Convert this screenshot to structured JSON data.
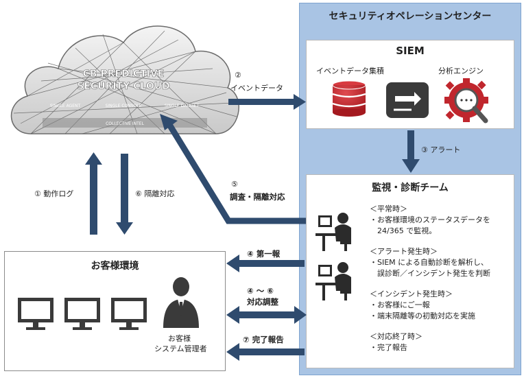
{
  "soc": {
    "title": "セキュリティオペレーションセンター"
  },
  "siem": {
    "title": "SIEM",
    "items": [
      {
        "label": "イベントデータ集積",
        "icon": "database-icon"
      },
      {
        "label": "",
        "icon": "sync-arrows-icon"
      },
      {
        "label": "分析エンジン",
        "icon": "magnifier-gear-icon"
      }
    ]
  },
  "cloud": {
    "title_line1": "CB PREDICTIVE",
    "title_line2": "SECURITY CLOUD",
    "sub1": "SINGLE AGENT",
    "sub2": "SINGLE CONSOLE",
    "sub3": "SINGLE DATASET",
    "base": "COLLECTIVE INTEL"
  },
  "arrows": {
    "event_data_num": "②",
    "event_data": "イベントデータ",
    "alert": "③ アラート",
    "investigate_num": "⑤",
    "investigate": "調査・隔離対応",
    "operation_log": "① 動作ログ",
    "isolation": "⑥ 隔離対応",
    "first_report": "④ 第一報",
    "coordination_num": "④ 〜 ⑥",
    "coordination": "対応調整",
    "completion": "⑦ 完了報告"
  },
  "team": {
    "title": "監視・診断チーム",
    "sections": [
      {
        "header": "＜平常時＞",
        "lines": [
          "・お客様環境のステータスデータを",
          "　24/365 で監視。"
        ]
      },
      {
        "header": "＜アラート発生時＞",
        "lines": [
          "・SIEM による自動診断を解析し、",
          "　誤診断／インシデント発生を判断"
        ]
      },
      {
        "header": "＜インシデント発生時＞",
        "lines": [
          "・お客様にご一報",
          "・端末隔離等の初動対応を実施"
        ]
      },
      {
        "header": "＜対応終了時＞",
        "lines": [
          "・完了報告"
        ]
      }
    ]
  },
  "env": {
    "title": "お客様環境",
    "person_line1": "お客様",
    "person_line2": "システム管理者"
  },
  "colors": {
    "arrow": "#2f4b6e",
    "soc_bg": "#a9c4e4",
    "db_red": "#c0262d"
  }
}
